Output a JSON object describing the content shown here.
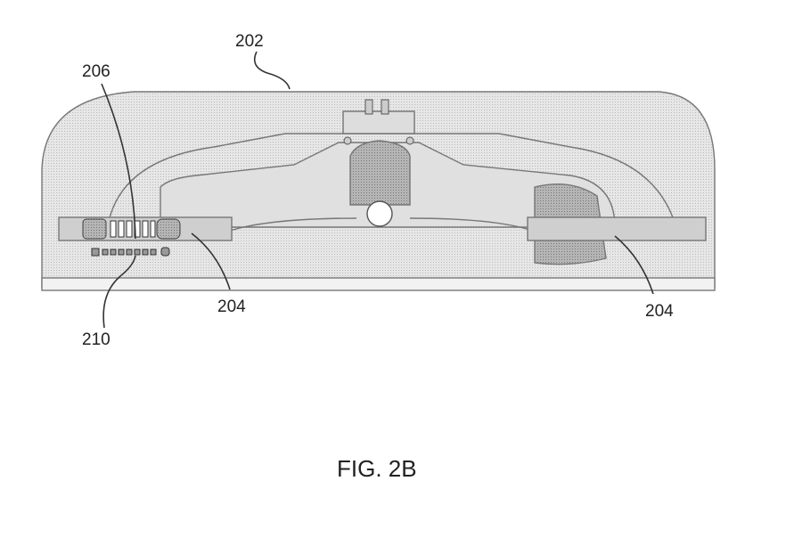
{
  "figure": {
    "caption": "FIG. 2B",
    "labels": {
      "housing": "202",
      "coil": "206",
      "strap_left": "204",
      "strap_right": "204",
      "circuit": "210"
    }
  },
  "colors": {
    "shell": "#eeeeee",
    "inner": "#dcdcdc",
    "dark": "#a8a8a8",
    "line": "#333333"
  }
}
